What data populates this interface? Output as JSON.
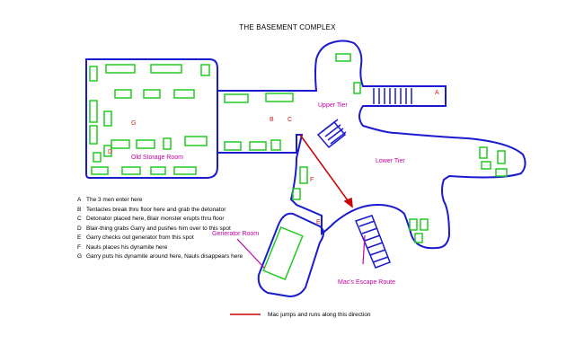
{
  "title": "THE BASEMENT COMPLEX",
  "rooms": {
    "old_storage": "Old Storage Room",
    "upper_tier": "Upper Tier",
    "lower_tier": "Lower Tier",
    "generator": "Generator Room",
    "escape_route": "Mac's Escape Route"
  },
  "markers": {
    "A": "A",
    "B": "B",
    "C": "C",
    "D": "D",
    "E": "E",
    "F": "F",
    "G": "G"
  },
  "legend": [
    {
      "key": "A",
      "text": "The 3 men enter here"
    },
    {
      "key": "B",
      "text": "Tentacles break thru floor here and grab the detonator"
    },
    {
      "key": "C",
      "text": "Detonator placed here, Blair monster erupts thru floor"
    },
    {
      "key": "D",
      "text": "Blair-thing grabs Garry and pushes him over to this spot"
    },
    {
      "key": "E",
      "text": "Garry checks out generator from this spot"
    },
    {
      "key": "F",
      "text": "Nauls places his dynamite here"
    },
    {
      "key": "G",
      "text": "Garry puts his dynamite around here, Nauls disappears here"
    }
  ],
  "route_label": "Mac jumps and runs along this direction",
  "colors": {
    "walls": "#1a1ad0",
    "boxes": "#22cc22",
    "labels": "#c000a0",
    "markers": "#d02020",
    "route": "#cc0000"
  }
}
